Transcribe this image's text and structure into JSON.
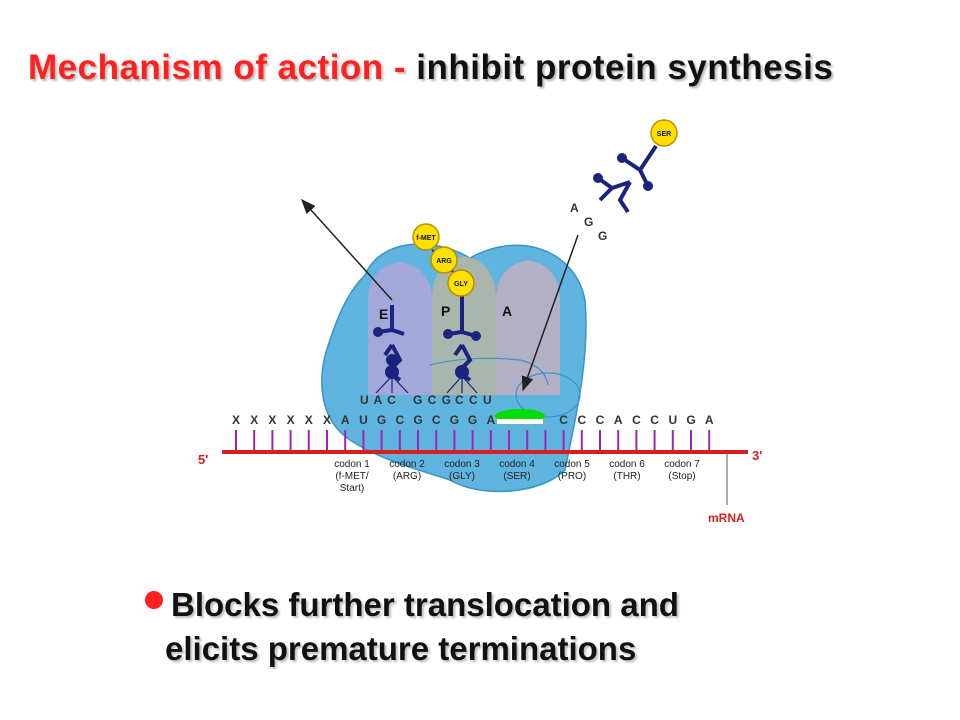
{
  "title": {
    "part1": "Mechanism of action -",
    "part2": "inhibit protein synthesis"
  },
  "diagram": {
    "sites": [
      "E",
      "P",
      "A"
    ],
    "amino_acids": [
      "f-MET",
      "ARG",
      "GLY",
      "SER"
    ],
    "anticodons": [
      "U A C",
      "G C G",
      "C C U"
    ],
    "incoming_anticodon": [
      "A",
      "G",
      "G"
    ],
    "mrna_sequence": [
      "X",
      "X",
      "X",
      "X",
      "X",
      "X",
      "A",
      "U",
      "G",
      "C",
      "G",
      "C",
      "G",
      "G",
      "A",
      "",
      "",
      "",
      "C",
      "C",
      "C",
      "A",
      "C",
      "C",
      "U",
      "G",
      "A"
    ],
    "five_prime": "5'",
    "three_prime": "3'",
    "mrna_label": "mRNA",
    "codons": [
      {
        "line1": "codon 1",
        "line2": "(f-MET/",
        "line3": "Start)"
      },
      {
        "line1": "codon 2",
        "line2": "(ARG)"
      },
      {
        "line1": "codon 3",
        "line2": "(GLY)"
      },
      {
        "line1": "codon 4",
        "line2": "(SER)"
      },
      {
        "line1": "codon 5",
        "line2": "(PRO)"
      },
      {
        "line1": "codon 6",
        "line2": "(THR)"
      },
      {
        "line1": "codon 7",
        "line2": "(Stop)"
      }
    ]
  },
  "bullet": {
    "line1": "Blocks further translocation and",
    "line2": "elicits premature terminations"
  },
  "colors": {
    "title_red": "#ff2020",
    "ribosome": "#5fb4e0",
    "trna": "#1a237e",
    "amino_acid": "#ffe100",
    "mrna": "#d62020",
    "inhibitor": "#00dd00"
  }
}
